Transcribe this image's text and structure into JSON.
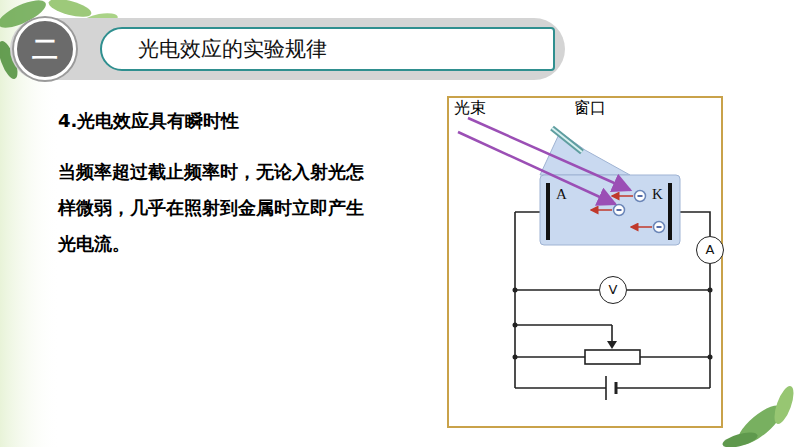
{
  "diagram": {
    "nodes": [
      {
        "text": [
          "二"
        ]
      },
      {
        "text": [
          "光电效应的实验规律"
        ]
      },
      {
        "text": [
          "A",
          "K"
        ]
      },
      {
        "text": [
          "A"
        ]
      },
      {
        "text": [
          "V"
        ]
      }
    ],
    "edges": [
      {
        "from": 2,
        "to": 3,
        "arrow": "none"
      }
    ],
    "labels": [
      "4.光电效应具有瞬时性",
      "当频率超过截止频率时，无论入射光怎样微弱，几乎在照射到金属时立即产生光电流。",
      "光束",
      "窗口"
    ]
  }
}
